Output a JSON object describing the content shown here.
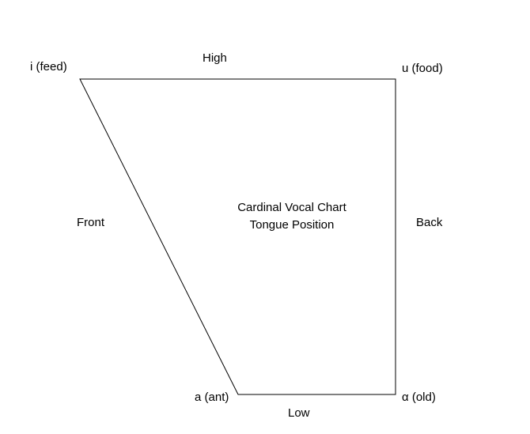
{
  "diagram": {
    "title_line1": "Cardinal Vocal Chart",
    "title_line2": "Tongue Position",
    "axes": {
      "top": "High",
      "bottom": "Low",
      "left": "Front",
      "right": "Back"
    },
    "vertices": {
      "top_left": "i (feed)",
      "top_right": "u (food)",
      "bottom_left": "a (ant)",
      "bottom_right": "α (old)"
    },
    "line_color": "#000000"
  }
}
